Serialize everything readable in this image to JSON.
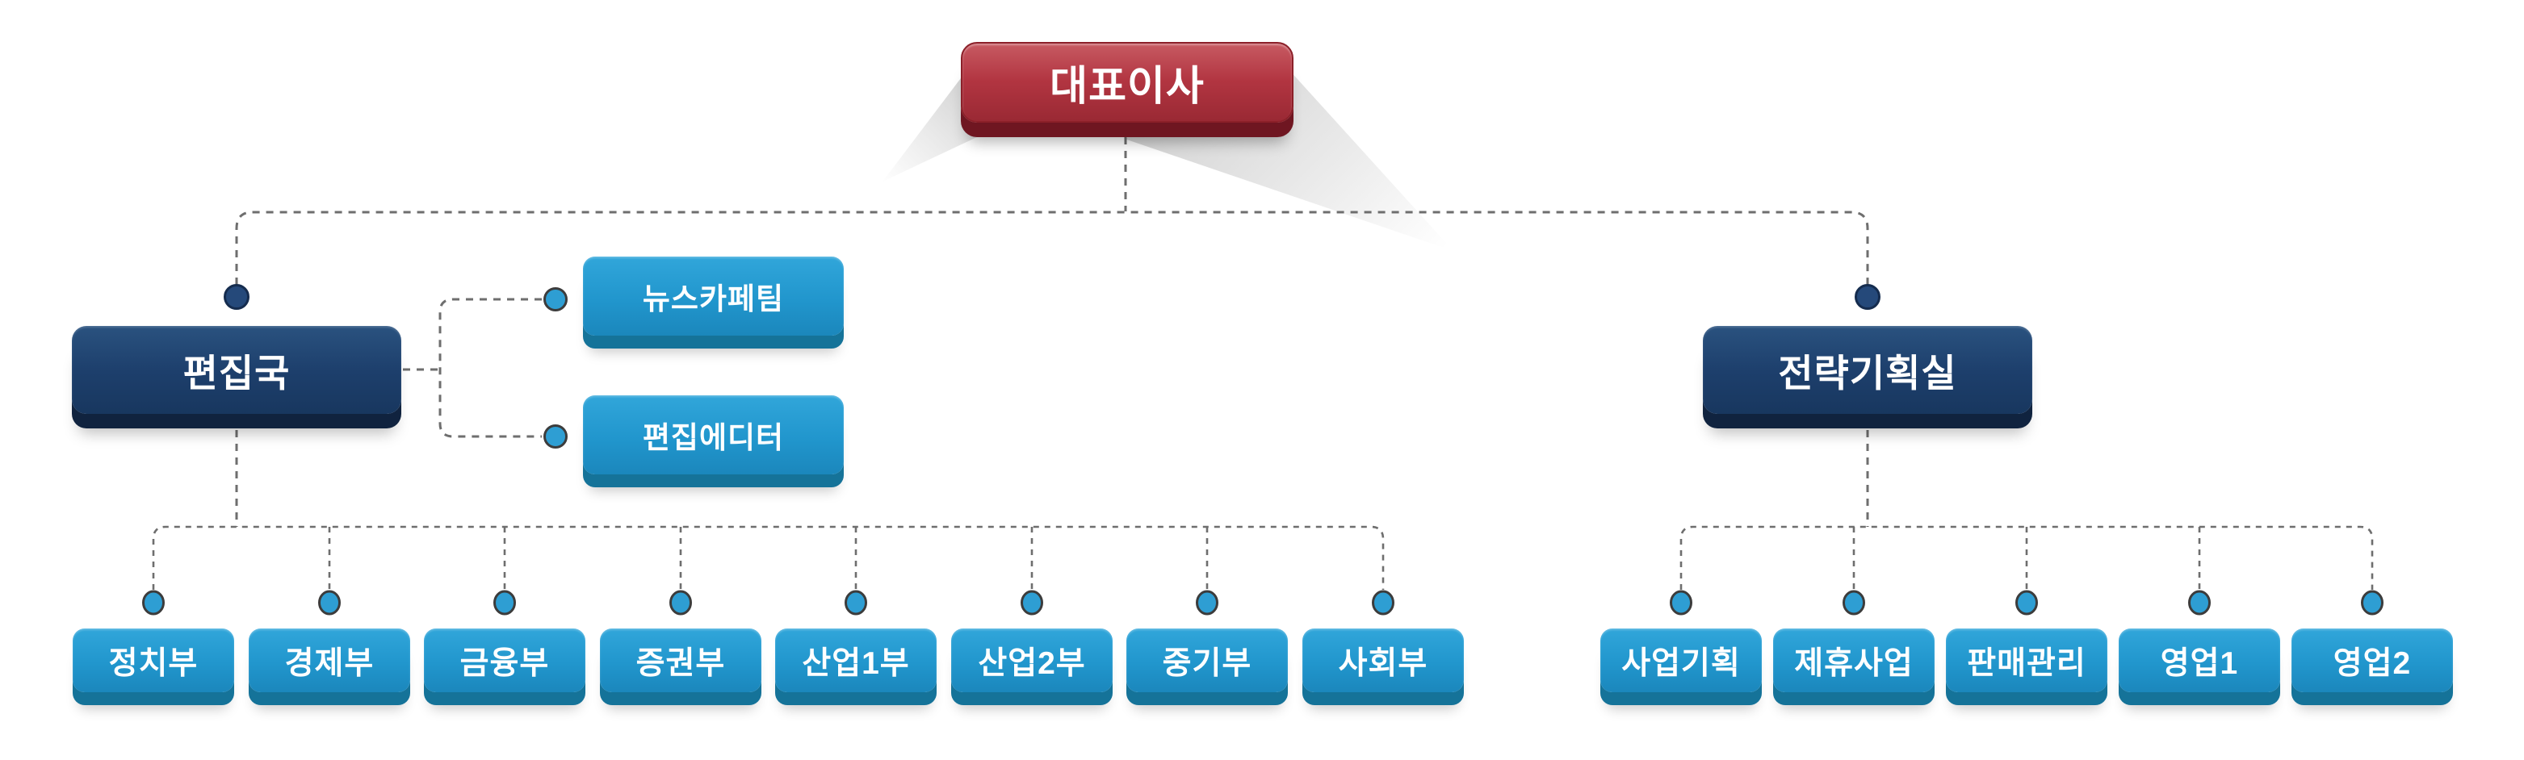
{
  "colors": {
    "ceo_red": "#b23541",
    "ceo_red_dark": "#6f1621",
    "navy": "#1d3f6c",
    "navy_dark": "#10233f",
    "navy_dot": "#25497a",
    "blue": "#2196cd",
    "blue_dark": "#157399",
    "dot_blue": "#2e9ed3",
    "line_gray": "#6e6e6e"
  },
  "org": {
    "ceo": {
      "label": "대표이사"
    },
    "branches": [
      {
        "label": "편집국",
        "staff_teams": [
          {
            "label": "뉴스카페팀"
          },
          {
            "label": "편집에디터"
          }
        ],
        "departments": [
          {
            "label": "정치부"
          },
          {
            "label": "경제부"
          },
          {
            "label": "금융부"
          },
          {
            "label": "증권부"
          },
          {
            "label": "산업1부"
          },
          {
            "label": "산업2부"
          },
          {
            "label": "중기부"
          },
          {
            "label": "사회부"
          }
        ]
      },
      {
        "label": "전략기획실",
        "departments": [
          {
            "label": "사업기획"
          },
          {
            "label": "제휴사업"
          },
          {
            "label": "판매관리"
          },
          {
            "label": "영업1"
          },
          {
            "label": "영업2"
          }
        ]
      }
    ]
  }
}
